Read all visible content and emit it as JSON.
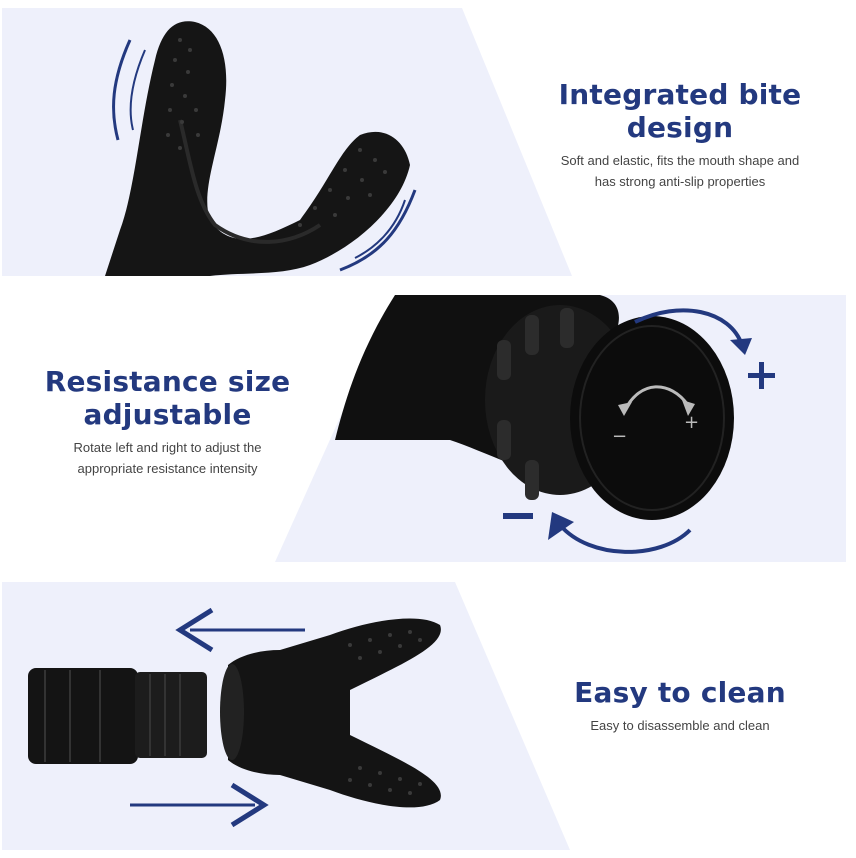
{
  "colors": {
    "accent": "#23397f",
    "panel": "#eef0fb",
    "product": "#151515",
    "body_text": "#444444"
  },
  "sections": [
    {
      "title_lines": [
        "Integrated bite",
        "design"
      ],
      "desc_lines": [
        "Soft and elastic, fits the mouth shape and",
        "has strong anti-slip properties"
      ],
      "icon": "mouthpiece-bite-image"
    },
    {
      "title_lines": [
        "Resistance size",
        "adjustable"
      ],
      "desc_lines": [
        "Rotate left and right to adjust the",
        "appropriate resistance intensity"
      ],
      "icon": "resistance-knob-image",
      "knob_symbols": {
        "plus": "+",
        "minus": "−"
      }
    },
    {
      "title_lines": [
        "Easy to clean"
      ],
      "desc_lines": [
        "Easy to disassemble and clean"
      ],
      "icon": "disassembly-image"
    }
  ]
}
